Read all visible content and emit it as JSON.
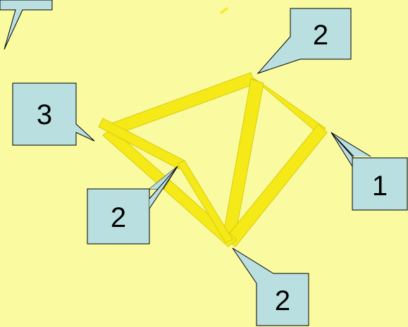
{
  "colors": {
    "background": "#fafaa0",
    "rod_fill": "#f5ea18",
    "rod_edge": "#d8cc10",
    "callout_fill": "#b9dfe0",
    "callout_stroke": "#000000"
  },
  "callouts": [
    {
      "id": "top-left-partial",
      "label": ""
    },
    {
      "id": "top",
      "label": "2"
    },
    {
      "id": "left",
      "label": "3"
    },
    {
      "id": "right",
      "label": "1"
    },
    {
      "id": "middle",
      "label": "2"
    },
    {
      "id": "bottom",
      "label": "2"
    }
  ]
}
